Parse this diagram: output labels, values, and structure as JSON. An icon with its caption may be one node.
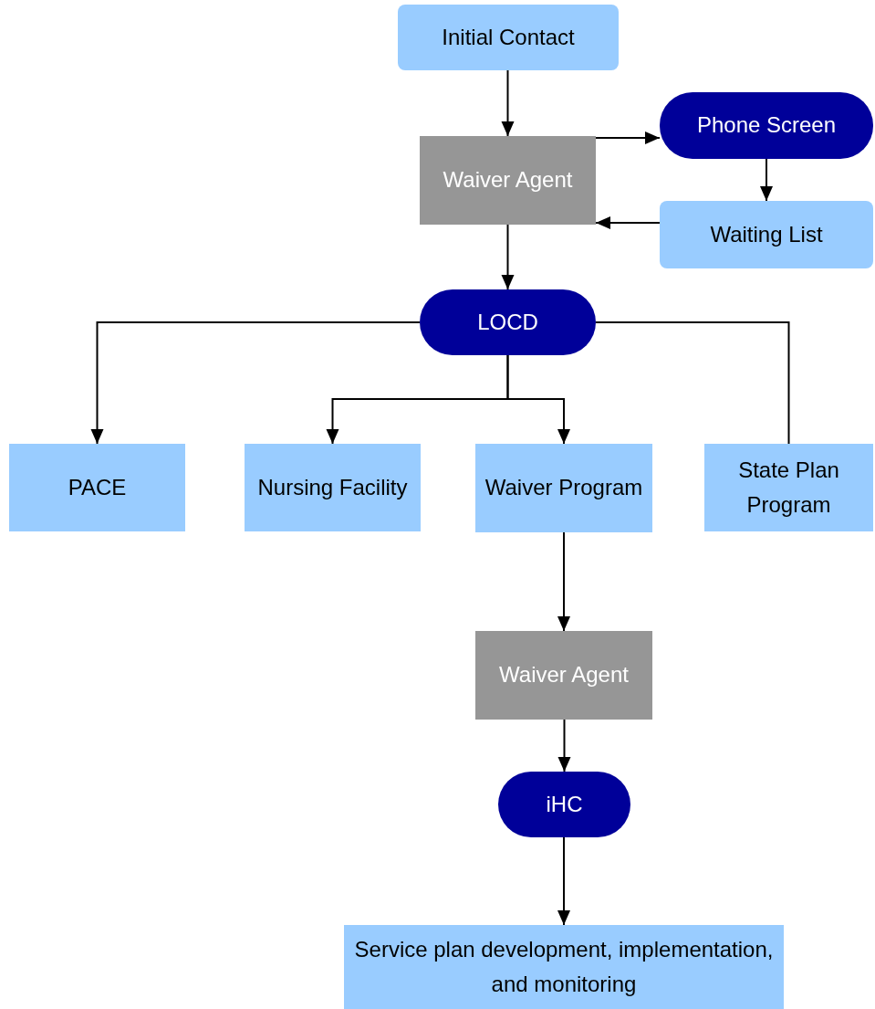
{
  "diagram": {
    "nodes": [
      {
        "text": [
          "Initial Contact"
        ]
      },
      {
        "text": [
          "Waiver Agent"
        ]
      },
      {
        "text": [
          "Phone Screen"
        ]
      },
      {
        "text": [
          "Waiting List"
        ]
      },
      {
        "text": [
          "LOCD"
        ]
      },
      {
        "text": [
          "PACE"
        ]
      },
      {
        "text": [
          "Nursing Facility"
        ]
      },
      {
        "text": [
          "Waiver Program"
        ]
      },
      {
        "text": [
          "State Plan Program"
        ]
      },
      {
        "text": [
          "Waiver Agent"
        ]
      },
      {
        "text": [
          "iHC"
        ]
      },
      {
        "text": [
          "Service plan development, implementation, and monitoring"
        ]
      }
    ],
    "edges": [
      {
        "from": 0,
        "to": 1,
        "arrow": "to"
      },
      {
        "from": 1,
        "to": 2,
        "arrow": "to"
      },
      {
        "from": 2,
        "to": 3,
        "arrow": "to"
      },
      {
        "from": 3,
        "to": 1,
        "arrow": "to"
      },
      {
        "from": 1,
        "to": 4,
        "arrow": "to"
      },
      {
        "from": 4,
        "to": 5,
        "arrow": "to"
      },
      {
        "from": 4,
        "to": 6,
        "arrow": "to"
      },
      {
        "from": 4,
        "to": 7,
        "arrow": "to"
      },
      {
        "from": 4,
        "to": 8,
        "arrow": "none"
      },
      {
        "from": 7,
        "to": 9,
        "arrow": "to"
      },
      {
        "from": 9,
        "to": 10,
        "arrow": "to"
      },
      {
        "from": 10,
        "to": 11,
        "arrow": "to"
      }
    ]
  }
}
